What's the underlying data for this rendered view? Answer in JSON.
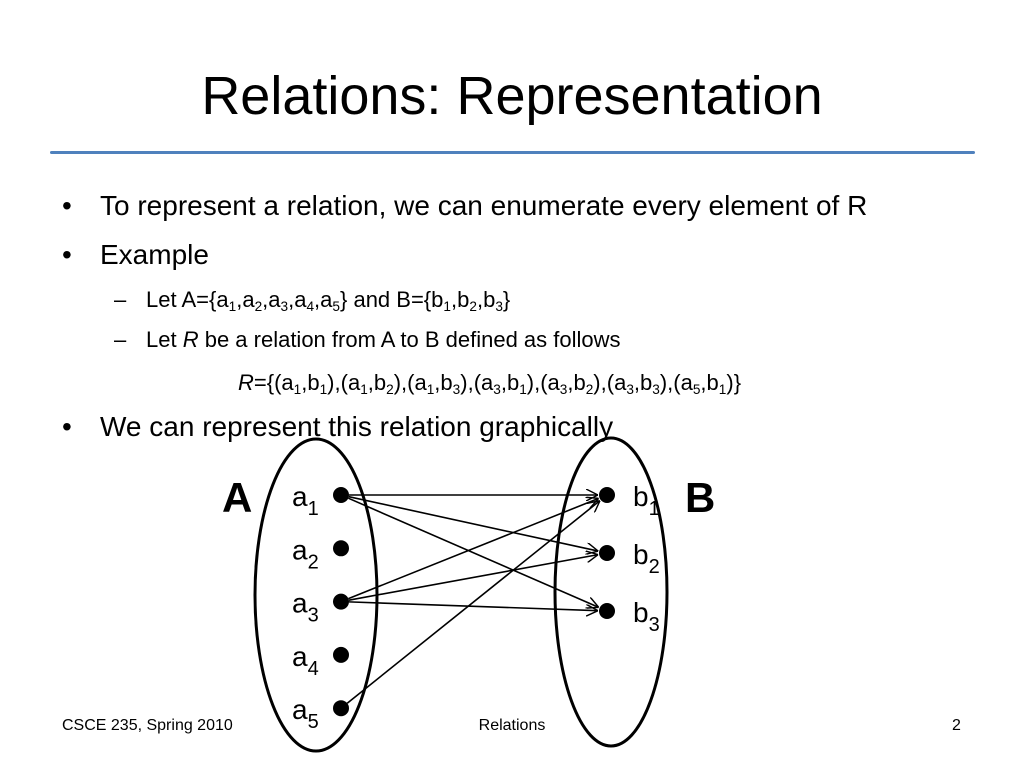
{
  "slide": {
    "title": "Relations: Representation",
    "bullets": {
      "b1": "To represent a relation, we can enumerate every element of R",
      "b2": "Example",
      "b3": "We can represent this relation graphically",
      "marker": "•"
    },
    "sub_items": {
      "dash": "–",
      "s1": {
        "prefix": "Let A={",
        "A": [
          {
            "base": "a",
            "idx": "1"
          },
          {
            "base": "a",
            "idx": "2"
          },
          {
            "base": "a",
            "idx": "3"
          },
          {
            "base": "a",
            "idx": "4"
          },
          {
            "base": "a",
            "idx": "5"
          }
        ],
        "middle": "} and B={",
        "B": [
          {
            "base": "b",
            "idx": "1"
          },
          {
            "base": "b",
            "idx": "2"
          },
          {
            "base": "b",
            "idx": "3"
          }
        ],
        "suffix": "}"
      },
      "s2": {
        "pre": "Let ",
        "italic": "R",
        "post": " be a relation from A to B defined as follows"
      }
    },
    "relation_line": {
      "name": "R",
      "open": "={",
      "pairs": [
        {
          "a": "1",
          "b": "1"
        },
        {
          "a": "1",
          "b": "2"
        },
        {
          "a": "1",
          "b": "3"
        },
        {
          "a": "3",
          "b": "1"
        },
        {
          "a": "3",
          "b": "2"
        },
        {
          "a": "3",
          "b": "3"
        },
        {
          "a": "5",
          "b": "1"
        }
      ],
      "close": "}"
    },
    "diagram": {
      "set_a_label": "A",
      "set_b_label": "B",
      "a_nodes": [
        {
          "base": "a",
          "idx": "1"
        },
        {
          "base": "a",
          "idx": "2"
        },
        {
          "base": "a",
          "idx": "3"
        },
        {
          "base": "a",
          "idx": "4"
        },
        {
          "base": "a",
          "idx": "5"
        }
      ],
      "b_nodes": [
        {
          "base": "b",
          "idx": "1"
        },
        {
          "base": "b",
          "idx": "2"
        },
        {
          "base": "b",
          "idx": "3"
        }
      ],
      "edges": [
        {
          "from": "a1",
          "to": "b1"
        },
        {
          "from": "a1",
          "to": "b2"
        },
        {
          "from": "a1",
          "to": "b3"
        },
        {
          "from": "a3",
          "to": "b1"
        },
        {
          "from": "a3",
          "to": "b2"
        },
        {
          "from": "a3",
          "to": "b3"
        },
        {
          "from": "a5",
          "to": "b1"
        }
      ]
    },
    "footer": {
      "left": "CSCE 235, Spring 2010",
      "center": "Relations",
      "page": "2"
    }
  }
}
